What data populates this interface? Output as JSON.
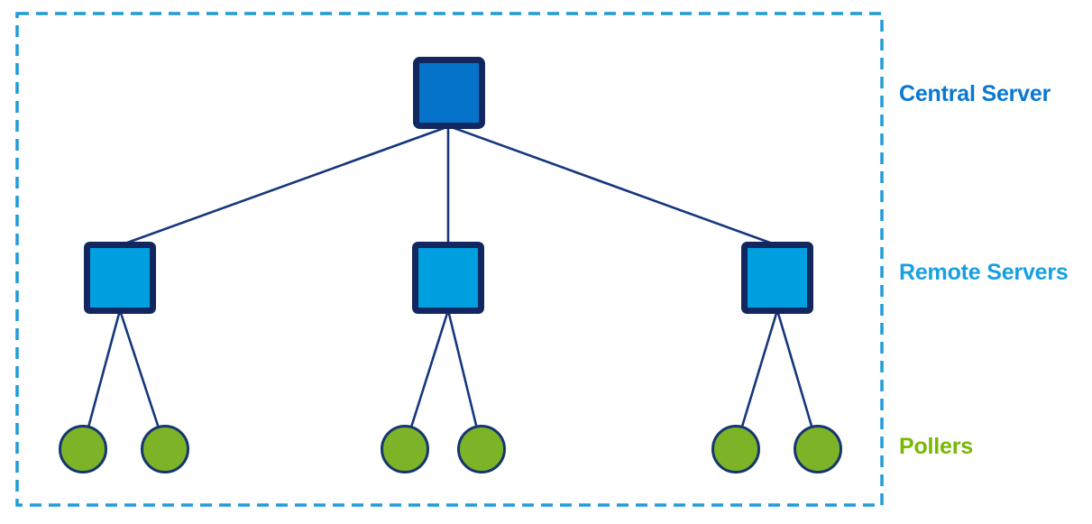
{
  "diagram": {
    "legend": {
      "central_label": "Central Server",
      "remote_label": "Remote Servers",
      "pollers_label": "Pollers"
    },
    "topology": {
      "central_servers": 1,
      "remote_servers": 3,
      "pollers_per_remote_server": 2,
      "pollers_total": 6
    },
    "colors": {
      "central_fill": "#0673cb",
      "remote_fill": "#009fe0",
      "poller_fill": "#7db427",
      "node_border": "#12275f",
      "poller_border": "#15366e",
      "connector": "#16377c",
      "boundary": "#1f9cd8",
      "central_label_color": "#0878d2",
      "remote_label_color": "#17a0e0",
      "pollers_label_color": "#76b900"
    }
  }
}
